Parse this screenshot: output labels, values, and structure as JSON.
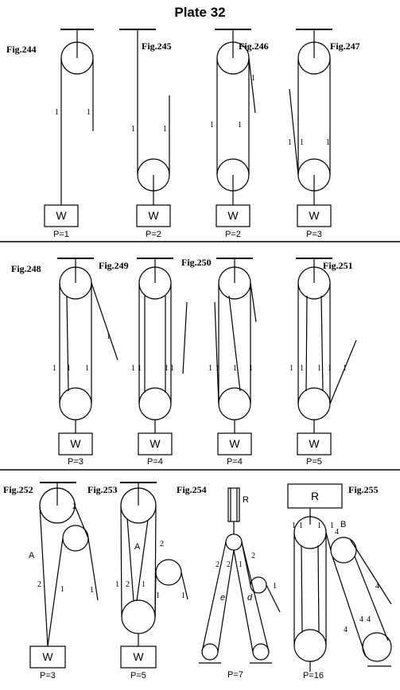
{
  "plate": {
    "title": "Plate 32"
  },
  "figures": [
    {
      "id": "244",
      "label": "Fig.244",
      "weight": "W",
      "power": "P=1",
      "rope_marks": [
        "1",
        "1"
      ]
    },
    {
      "id": "245",
      "label": "Fig.245",
      "weight": "W",
      "power": "P=2",
      "rope_marks": [
        "1",
        "1"
      ]
    },
    {
      "id": "246",
      "label": "Fig.246",
      "weight": "W",
      "power": "P=2",
      "rope_marks": [
        "1",
        "1",
        "1"
      ]
    },
    {
      "id": "247",
      "label": "Fig.247",
      "weight": "W",
      "power": "P=3",
      "rope_marks": [
        "1",
        "1",
        "1"
      ]
    },
    {
      "id": "248",
      "label": "Fig.248",
      "weight": "W",
      "power": "P=3",
      "rope_marks": [
        "1",
        "1",
        "1",
        "1"
      ]
    },
    {
      "id": "249",
      "label": "Fig.249",
      "weight": "W",
      "power": "P=4",
      "rope_marks": [
        "1",
        "1",
        "1",
        "1"
      ]
    },
    {
      "id": "250",
      "label": "Fig.250",
      "weight": "W",
      "power": "P=4",
      "rope_marks": [
        "1",
        "1",
        "1",
        "1"
      ]
    },
    {
      "id": "251",
      "label": "Fig.251",
      "weight": "W",
      "power": "P=5",
      "rope_marks": [
        "1",
        "1",
        "1",
        "1",
        "1"
      ]
    },
    {
      "id": "252",
      "label": "Fig.252",
      "weight": "W",
      "power": "P=3",
      "letters": [
        "A"
      ],
      "rope_marks": [
        "2",
        "2",
        "1",
        "1"
      ]
    },
    {
      "id": "253",
      "label": "Fig.253",
      "weight": "W",
      "power": "P=5",
      "letters": [
        "A"
      ],
      "rope_marks": [
        "2",
        "1",
        "2",
        "1",
        "1",
        "1"
      ]
    },
    {
      "id": "254",
      "label": "Fig.254",
      "power": "P=7",
      "letters": [
        "R",
        "e",
        "d"
      ],
      "rope_marks": [
        "2",
        "2",
        "1",
        "2",
        "1"
      ]
    },
    {
      "id": "255",
      "label": "Fig.255",
      "weight": "R",
      "power": "P=16",
      "letters": [
        "B"
      ],
      "rope_marks": [
        "1",
        "1",
        "1",
        "1",
        "4",
        "4",
        "4",
        "4",
        "4"
      ]
    }
  ]
}
